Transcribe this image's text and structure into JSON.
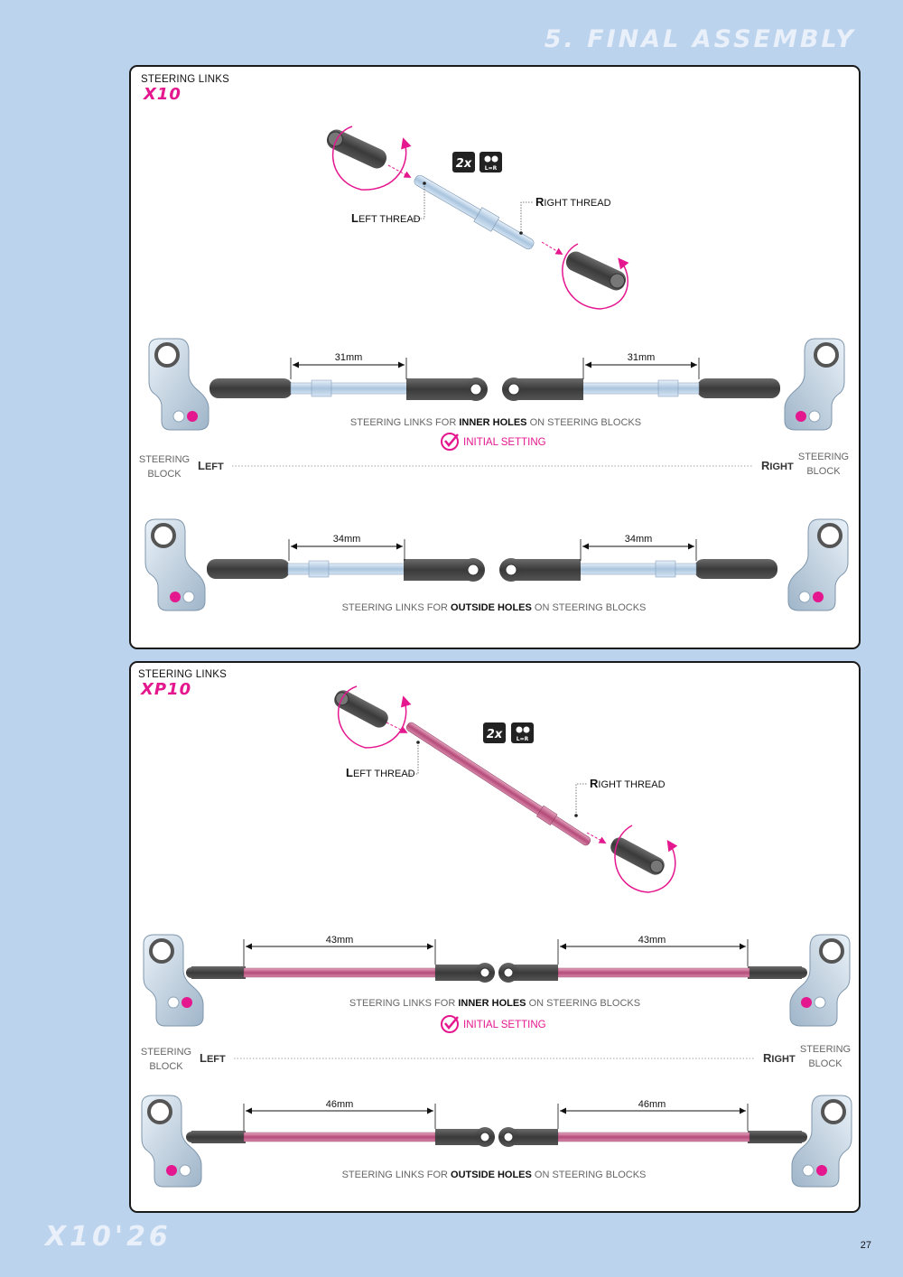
{
  "header": {
    "section_title": "5. FINAL ASSEMBLY"
  },
  "x10": {
    "label": "STEERING LINKS",
    "model": "X10",
    "qty": "2x",
    "lr_badge": "L=R",
    "left_thread_letter": "L",
    "left_thread": "EFT THREAD",
    "right_thread_letter": "R",
    "right_thread": "IGHT THREAD",
    "inner_length_left": "31mm",
    "inner_length_right": "31mm",
    "inner_caption_pre": "STEERING LINKS FOR ",
    "inner_caption_bold": "INNER HOLES",
    "inner_caption_post": " ON STEERING BLOCKS",
    "initial_setting": "INITIAL SETTING",
    "steering_block_line1": "STEERING",
    "steering_block_line2": "BLOCK",
    "left_side_letter": "L",
    "left_side": "EFT",
    "right_side_letter": "R",
    "right_side": "IGHT",
    "outer_length_left": "34mm",
    "outer_length_right": "34mm",
    "outer_caption_pre": "STEERING LINKS FOR ",
    "outer_caption_bold": "OUTSIDE HOLES",
    "outer_caption_post": " ON STEERING BLOCKS"
  },
  "xp10": {
    "label": "STEERING LINKS",
    "model": "XP10",
    "qty": "2x",
    "lr_badge": "L=R",
    "left_thread_letter": "L",
    "left_thread": "EFT THREAD",
    "right_thread_letter": "R",
    "right_thread": "IGHT THREAD",
    "inner_length_left": "43mm",
    "inner_length_right": "43mm",
    "inner_caption_pre": "STEERING LINKS FOR ",
    "inner_caption_bold": "INNER HOLES",
    "inner_caption_post": " ON STEERING BLOCKS",
    "initial_setting": "INITIAL SETTING",
    "steering_block_line1": "STEERING",
    "steering_block_line2": "BLOCK",
    "left_side_letter": "L",
    "left_side": "EFT",
    "right_side_letter": "R",
    "right_side": "IGHT",
    "outer_length_left": "46mm",
    "outer_length_right": "46mm",
    "outer_caption_pre": "STEERING LINKS FOR ",
    "outer_caption_bold": "OUTSIDE HOLES",
    "outer_caption_post": " ON STEERING BLOCKS"
  },
  "footer": {
    "logo": "X10'26",
    "page_number": "27"
  },
  "colors": {
    "accent": "#e4178e",
    "background": "#bcd3ee",
    "rod_light": "#c9dcef",
    "rod_pink": "#c8648f",
    "end_dark": "#4a4a4a"
  }
}
